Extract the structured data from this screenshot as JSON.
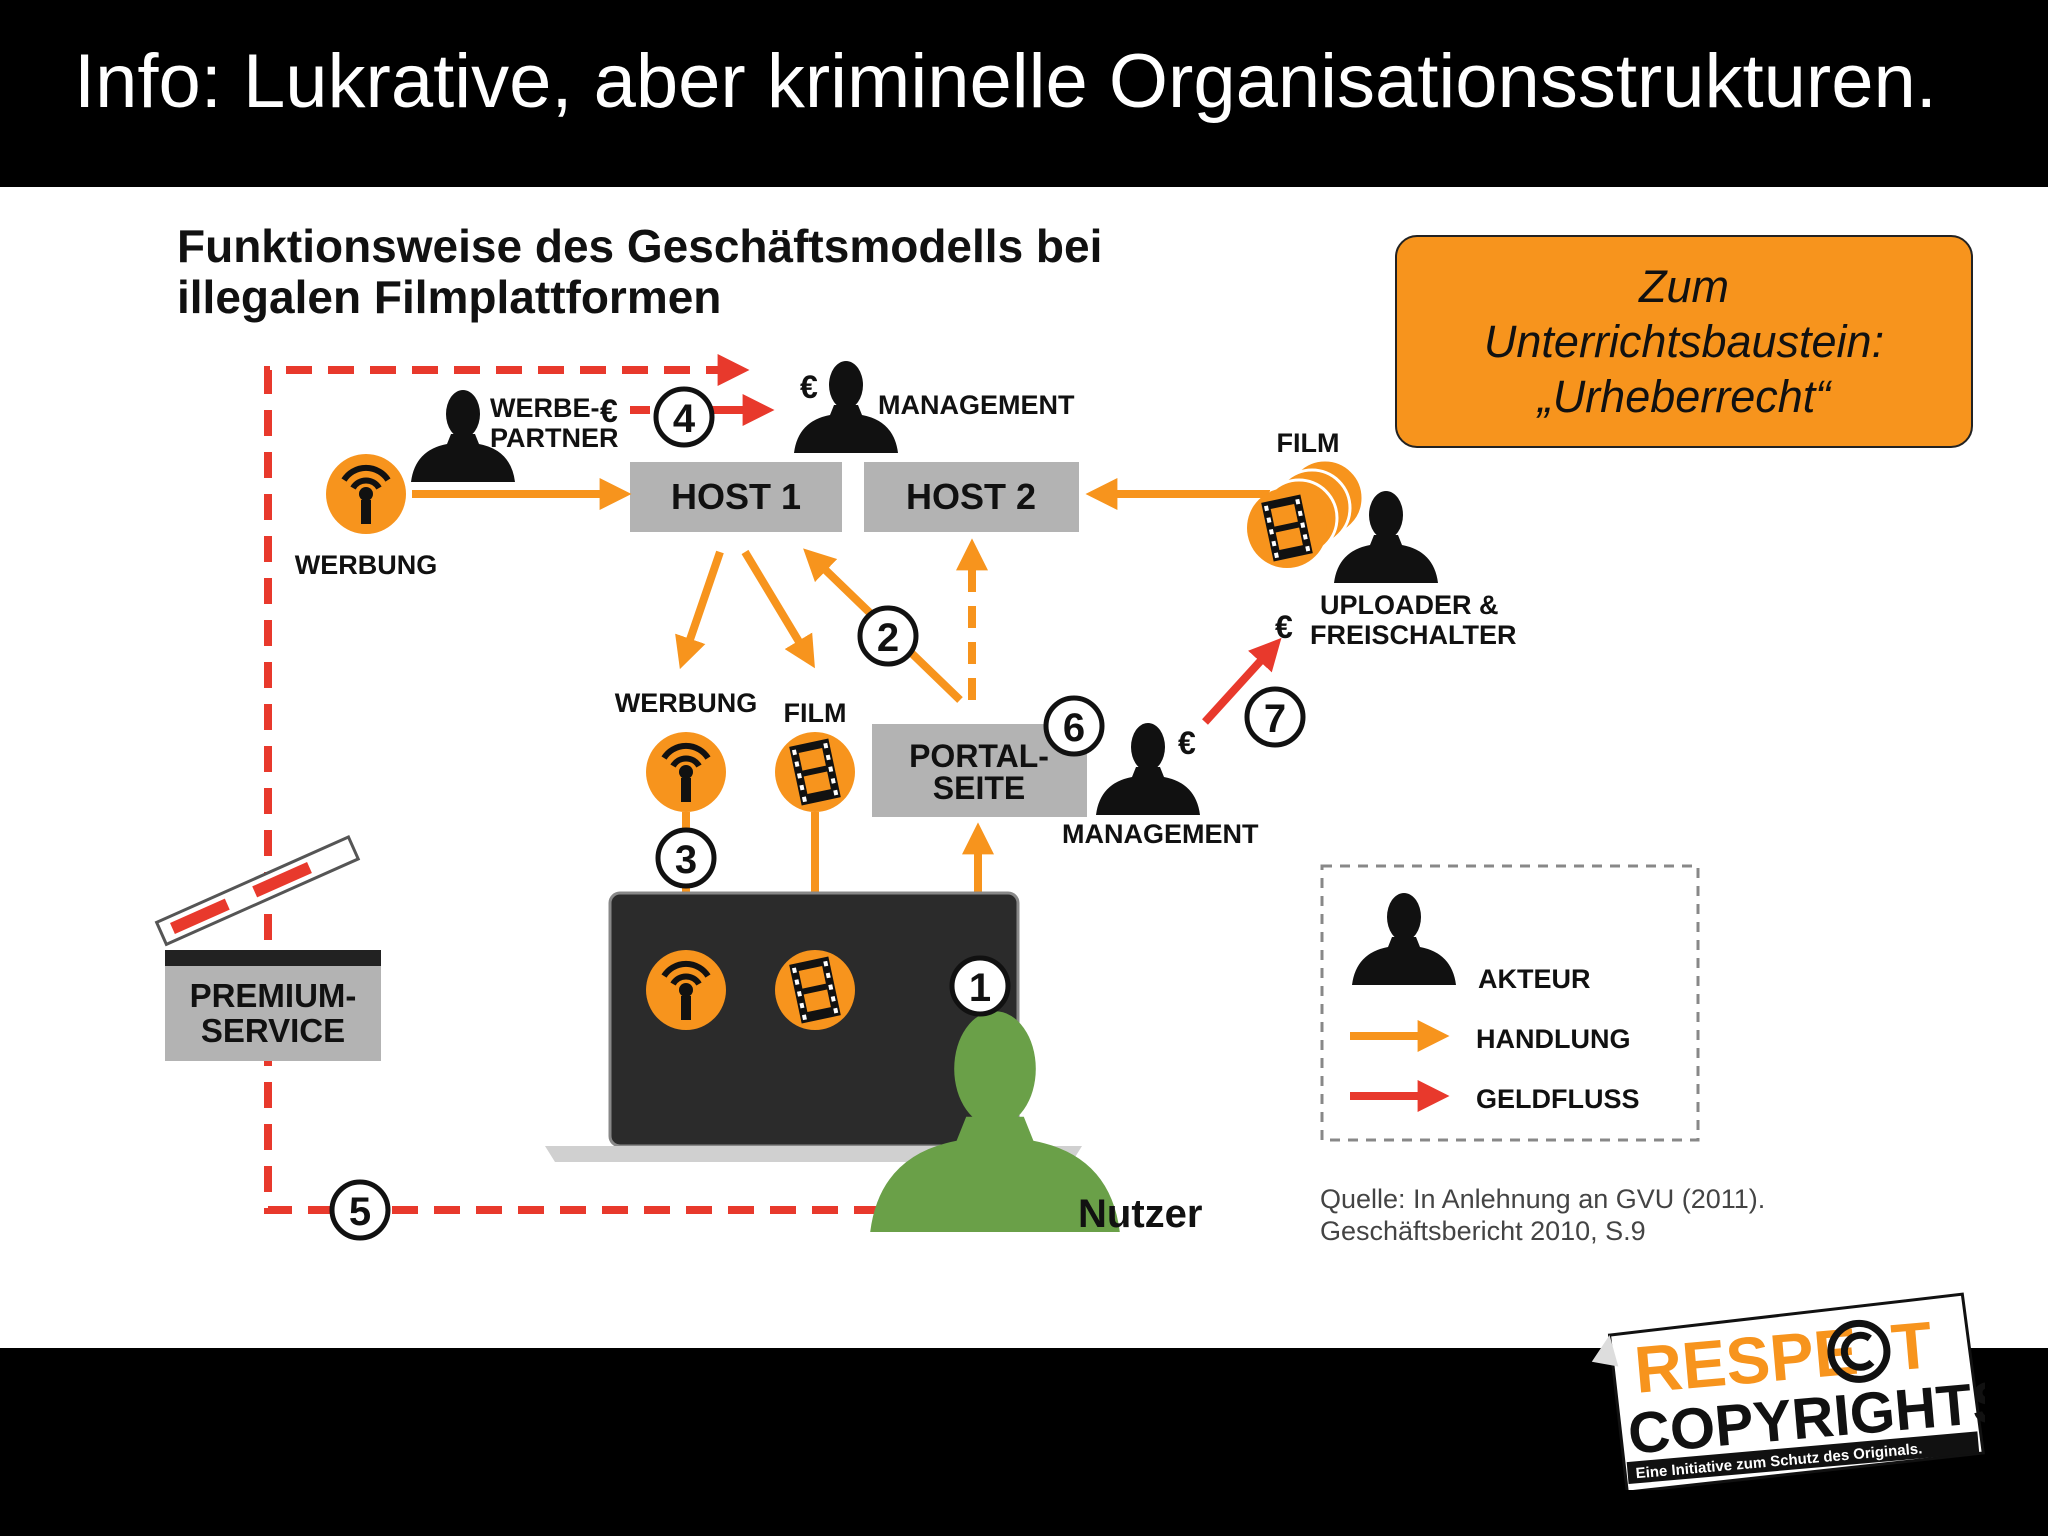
{
  "slide": {
    "title": "Info: Lukrative, aber kriminelle Organisationsstrukturen."
  },
  "diagram": {
    "heading_line1": "Funktionsweise des Geschäftsmodells bei",
    "heading_line2": "illegalen Filmplattformen",
    "nodes": {
      "host1": "HOST 1",
      "host2": "HOST 2",
      "portal_line1": "PORTAL-",
      "portal_line2": "SEITE",
      "premium_line1": "PREMIUM-",
      "premium_line2": "SERVICE"
    },
    "actors": {
      "werbepartner_line1": "WERBE-",
      "werbepartner_line2": "PARTNER",
      "management_top": "MANAGEMENT",
      "management_mid": "MANAGEMENT",
      "uploader_line1": "UPLOADER &",
      "uploader_line2": "FREISCHALTER",
      "nutzer": "Nutzer"
    },
    "labels": {
      "werbung_left": "WERBUNG",
      "werbung_mid": "WERBUNG",
      "film_mid": "FILM",
      "film_right": "FILM",
      "euro": "€"
    },
    "steps": [
      "1",
      "2",
      "3",
      "4",
      "5",
      "6",
      "7"
    ],
    "legend": {
      "akteur": "AKTEUR",
      "handlung": "HANDLUNG",
      "geldfluss": "GELDFLUSS"
    },
    "source_line1": "Quelle: In Anlehnung an GVU (2011).",
    "source_line2": "Geschäftsbericht 2010, S.9",
    "colors": {
      "handlung": "#f7941d",
      "geldfluss": "#e8392c",
      "box": "#b3b3b3",
      "nutzer": "#6aa048"
    }
  },
  "callout": {
    "line1": "Zum",
    "line2": "Unterrichtsbaustein:",
    "line3": "„Urheberrecht“"
  },
  "logo": {
    "line1_a": "RESPE",
    "line1_b": "T",
    "line2": "COPYRIGHTS",
    "line3": "Eine Initiative zum Schutz des Originals."
  }
}
